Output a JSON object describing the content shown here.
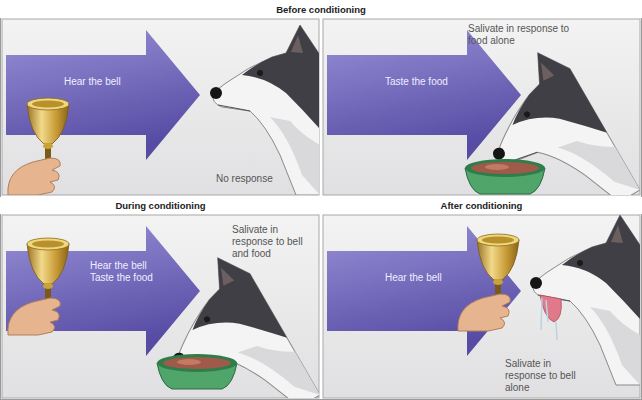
{
  "diagram": {
    "nodes": [
      {
        "text": [
          "Before conditioning"
        ]
      },
      {
        "text": [
          "Hear the bell"
        ]
      },
      {
        "text": [
          "Taste the food"
        ]
      },
      {
        "text": [
          "During conditioning"
        ]
      },
      {
        "text": [
          "After conditioning"
        ]
      },
      {
        "text": [
          "Hear the bell",
          "Taste the food"
        ]
      },
      {
        "text": [
          "Hear the bell"
        ]
      }
    ],
    "labels": [
      "No response",
      "Salivate in response to food alone",
      "Salivate in response to bell and food",
      "Salivate in response to bell alone"
    ]
  }
}
